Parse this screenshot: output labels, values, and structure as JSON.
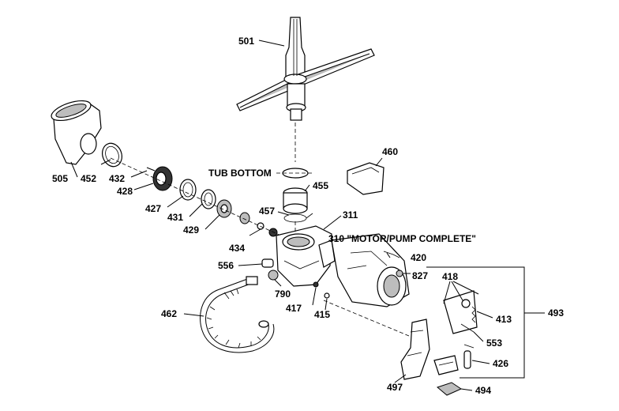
{
  "labels": {
    "p501": "501",
    "p505": "505",
    "p452": "452",
    "p432": "432",
    "p428": "428",
    "p427": "427",
    "p431": "431",
    "p429": "429",
    "p434": "434",
    "p457": "457",
    "p455": "455",
    "p311": "311",
    "p460": "460",
    "tub_bottom": "TUB BOTTOM",
    "motor_pump": "310 \"MOTOR/PUMP COMPLETE\"",
    "p420": "420",
    "p827": "827",
    "p556": "556",
    "p790": "790",
    "p417": "417",
    "p415": "415",
    "p462": "462",
    "p418": "418",
    "p413": "413",
    "p553": "553",
    "p493": "493",
    "p426": "426",
    "p497": "497",
    "p494": "494"
  }
}
